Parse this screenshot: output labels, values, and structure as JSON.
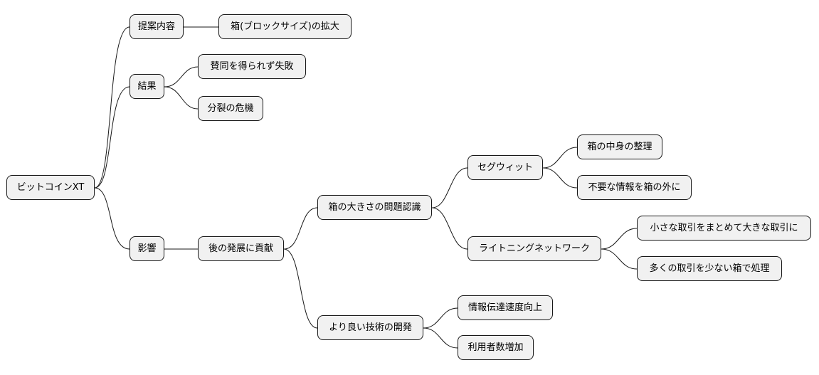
{
  "mindmap": {
    "root": "ビットコインXT",
    "proposal": {
      "label": "提案内容",
      "children": [
        "箱(ブロックサイズ)の拡大"
      ]
    },
    "result": {
      "label": "結果",
      "children": [
        "賛同を得られず失敗",
        "分裂の危機"
      ]
    },
    "impact": {
      "label": "影響",
      "contribution": {
        "label": "後の発展に貢献",
        "recognition": {
          "label": "箱の大きさの問題認識",
          "segwit": {
            "label": "セグウィット",
            "children": [
              "箱の中身の整理",
              "不要な情報を箱の外に"
            ]
          },
          "lightning": {
            "label": "ライトニングネットワーク",
            "children": [
              "小さな取引をまとめて大きな取引に",
              "多くの取引を少ない箱で処理"
            ]
          }
        },
        "better_tech": {
          "label": "より良い技術の開発",
          "children": [
            "情報伝達速度向上",
            "利用者数増加"
          ]
        }
      }
    }
  }
}
